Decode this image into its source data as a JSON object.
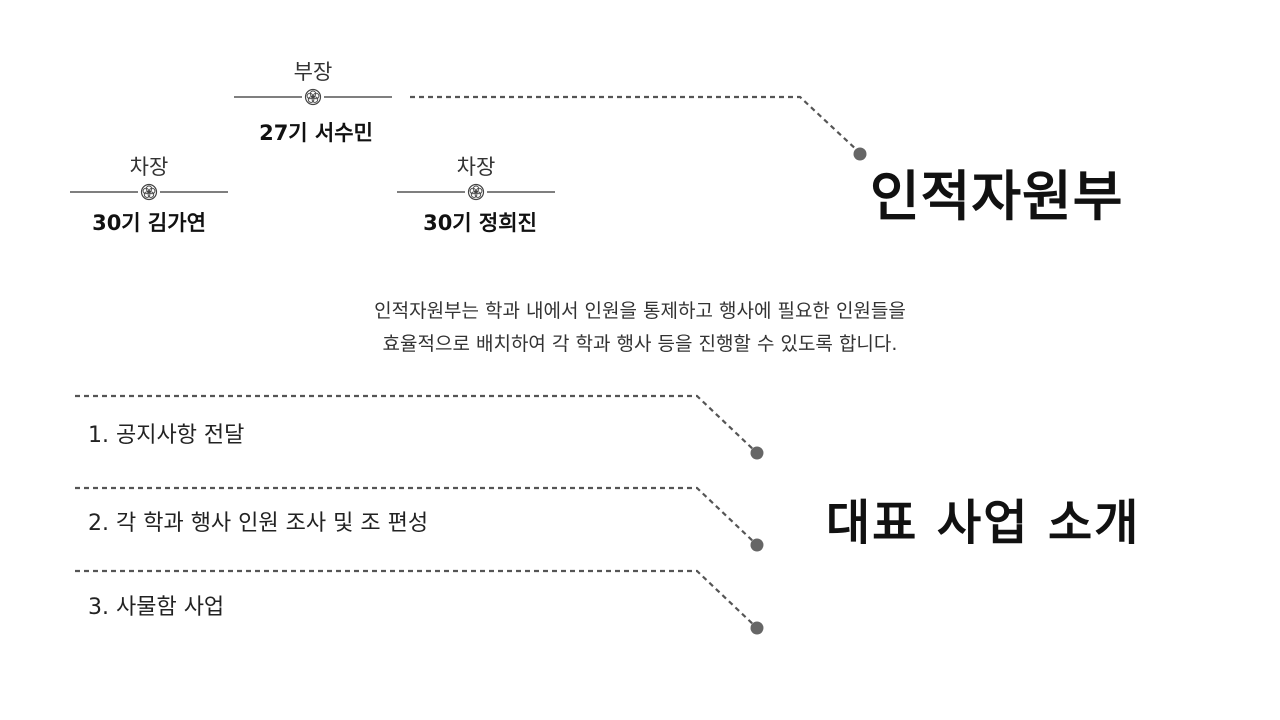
{
  "officers": [
    {
      "role": "부장",
      "name": "27기 서수민"
    },
    {
      "role": "차장",
      "name": "30기 김가연"
    },
    {
      "role": "차장",
      "name": "30기 정희진"
    }
  ],
  "department": {
    "title": "인적자원부"
  },
  "description": {
    "line1": "인적자원부는 학과 내에서 인원을 통제하고 행사에 필요한 인원들을",
    "line2": "효율적으로 배치하여 각 학과 행사 등을 진행할 수 있도록 합니다."
  },
  "projects": {
    "title": "대표 사업 소개",
    "items": [
      "1. 공지사항 전달",
      "2. 각 학과 행사 인원 조사 및 조 편성",
      "3. 사물함 사업"
    ]
  },
  "colors": {
    "text": "#111111",
    "line": "#555555",
    "dot": "#666666"
  },
  "icons": [
    "flower-ornament-icon"
  ]
}
